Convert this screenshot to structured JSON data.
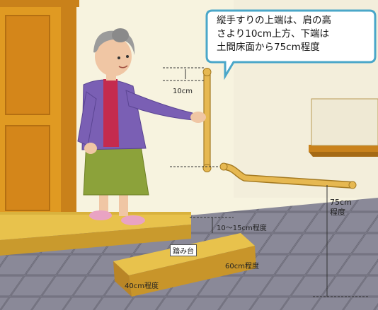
{
  "callout": {
    "line1": "縦手すりの上端は、肩の高",
    "line2": "さより10cm上方、下端は",
    "line3": "土間床面から75cm程度"
  },
  "labels": {
    "top_offset": "10cm",
    "step_height": "10〜15cm程度",
    "step_name": "踏み台",
    "step_depth": "60cm程度",
    "step_width": "40cm程度",
    "rail_height_value": "75cm",
    "rail_height_suffix": "程度"
  },
  "colors": {
    "wall": "#f7f3df",
    "door": "#e09a22",
    "door_panel": "#d4861a",
    "floor_step": "#dcb548",
    "tile": "#7d7c8a",
    "handrail": "#e6b851",
    "cardigan": "#7a5fb4",
    "skirt": "#8ca23a"
  }
}
